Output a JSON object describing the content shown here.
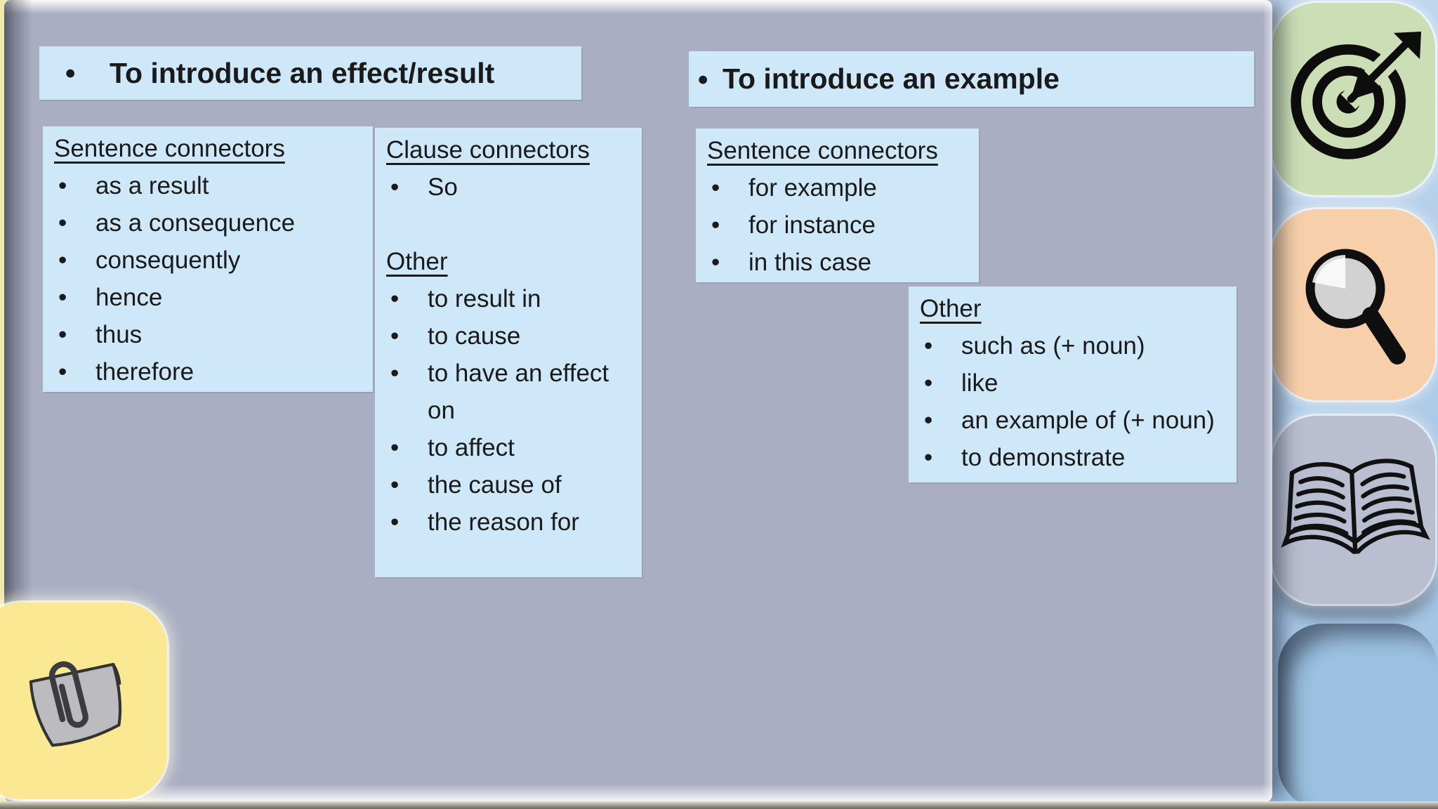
{
  "colors": {
    "panel": "#a9aec3",
    "box_fill": "#cfe8f9",
    "text": "#1a1a1a",
    "tab_green": "#cbdeb6",
    "tab_peach": "#f7cfab",
    "tab_gray": "#b9bed0",
    "tab_blue": "#9cc1e1",
    "tab_yellow": "#fae992",
    "page_bg_bottom": "#9cc0e2"
  },
  "sections": [
    {
      "title": "To introduce an effect/result",
      "boxes": {
        "sentence": {
          "heading": "Sentence connectors",
          "items": [
            "as a result",
            "as a consequence",
            "consequently",
            "hence",
            "thus",
            "therefore"
          ]
        },
        "clause": {
          "groups": [
            {
              "heading": "Clause connectors",
              "items": [
                "So"
              ]
            },
            {
              "heading": "Other",
              "items": [
                "to result in",
                "to cause",
                "to have an effect on",
                "to affect",
                "the cause of",
                "the reason for"
              ]
            }
          ]
        }
      }
    },
    {
      "title": "To introduce an example",
      "boxes": {
        "sentence": {
          "heading": "Sentence connectors",
          "items": [
            "for example",
            "for instance",
            "in this case"
          ]
        },
        "other": {
          "heading": "Other",
          "items": [
            "such as (+ noun)",
            "like",
            "an example of (+ noun)",
            "to demonstrate"
          ]
        }
      }
    }
  ],
  "bullet_glyph": "•",
  "icons": {
    "target": "target-dartboard-icon",
    "magnifier": "magnifying-glass-icon",
    "book": "open-book-icon",
    "note": "note-with-paperclip-icon"
  }
}
